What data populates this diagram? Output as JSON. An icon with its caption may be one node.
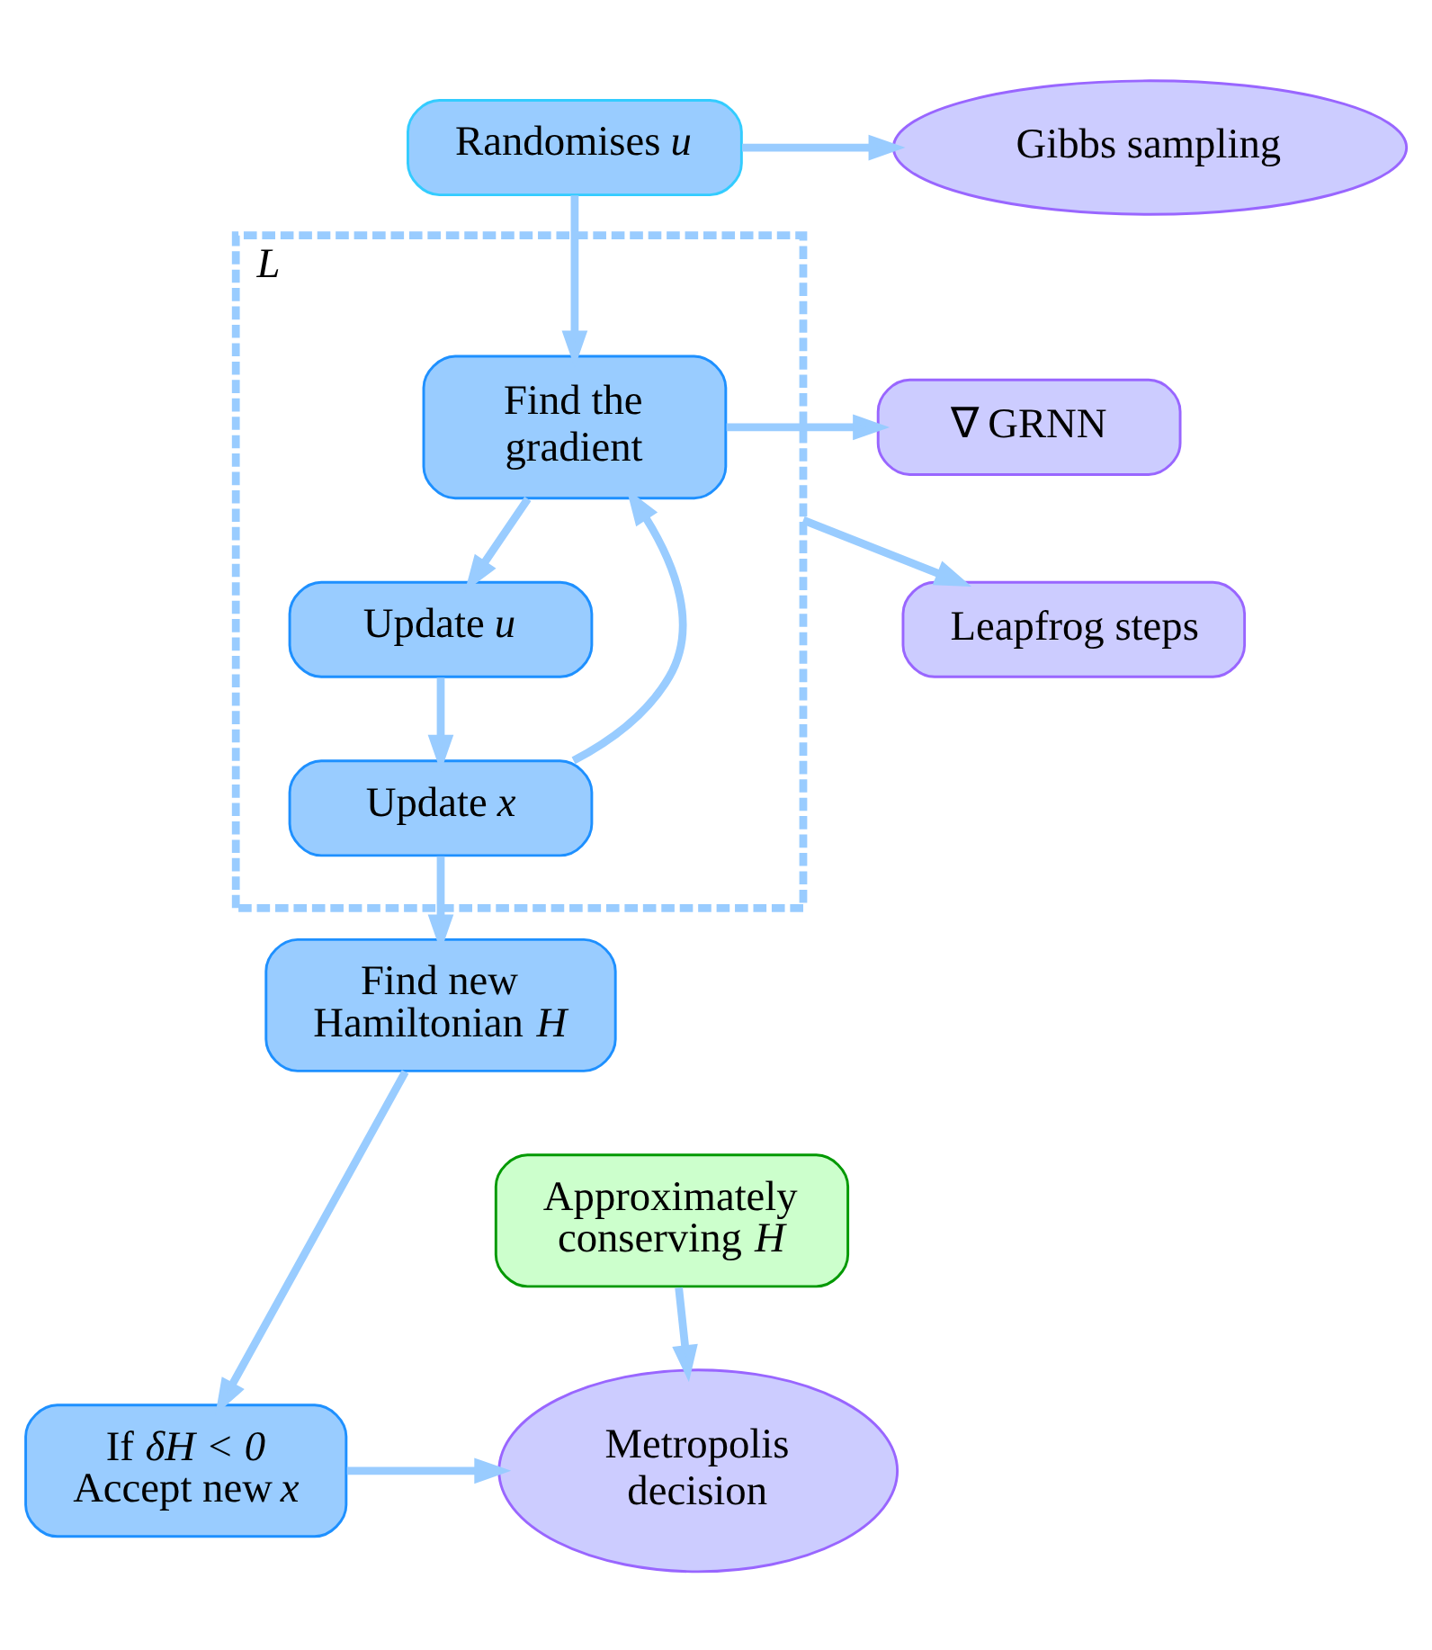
{
  "diagram": {
    "nodes": [
      {
        "text": [
          "*L*"
        ]
      },
      {
        "text": [
          "Randomises *u*"
        ]
      },
      {
        "text": [
          "Gibbs sampling"
        ]
      },
      {
        "text": [
          "Find the gradient"
        ],
        "in": 0
      },
      {
        "text": [
          "∇ GRNN"
        ]
      },
      {
        "text": [
          "Update *u*"
        ],
        "in": 0
      },
      {
        "text": [
          "Leapfrog steps"
        ]
      },
      {
        "text": [
          "Update *x*"
        ],
        "in": 0
      },
      {
        "text": [
          "Find new Hamiltonian *H*"
        ]
      },
      {
        "text": [
          "Approximately conserving *H*"
        ]
      },
      {
        "text": [
          "If *δH < 0* Accept new *x*"
        ]
      },
      {
        "text": [
          "Metropolis decision"
        ]
      }
    ],
    "edges": [
      {
        "from": 1,
        "to": 2,
        "arrow": "to"
      },
      {
        "from": 1,
        "to": 3,
        "arrow": "to"
      },
      {
        "from": 3,
        "to": 4,
        "arrow": "to"
      },
      {
        "from": 3,
        "to": 5,
        "arrow": "to"
      },
      {
        "from": 5,
        "to": 7,
        "arrow": "to"
      },
      {
        "from": 7,
        "to": 8,
        "arrow": "to"
      },
      {
        "from": 7,
        "to": 3,
        "arrow": "to"
      },
      {
        "from": 0,
        "to": 6,
        "arrow": "to"
      },
      {
        "from": 8,
        "to": 10,
        "arrow": "to"
      },
      {
        "from": 9,
        "to": 11,
        "arrow": "to"
      },
      {
        "from": 10,
        "to": 11,
        "arrow": "to"
      }
    ]
  }
}
